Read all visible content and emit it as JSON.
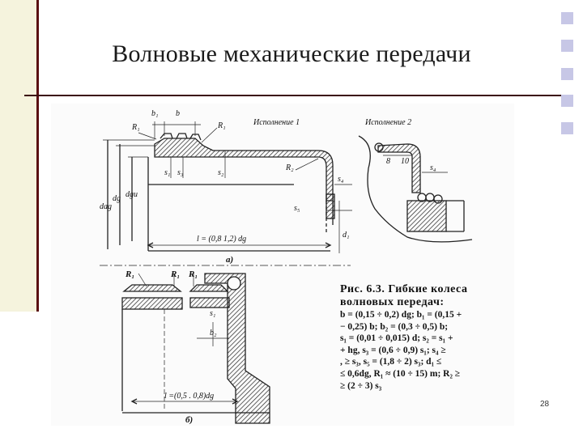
{
  "slide": {
    "title": "Волновые механические передачи",
    "number": "28"
  },
  "figure": {
    "labels": {
      "variant1": "Исполнение 1",
      "variant2": "Исполнение 2",
      "part_a": "а)",
      "part_b": "б)",
      "length_a": "l = (0,8  1,2) dg",
      "length_b": "l =(0,5 . 0,8)dg",
      "b1": "b₁",
      "b": "b",
      "R1": "R₁",
      "R2": "R₂",
      "s1": "s₁",
      "s2": "s₂",
      "s3": "s₃",
      "s4": "s₄",
      "s5": "s₅",
      "dag": "dag",
      "dg": "dg",
      "dgu": "dgu",
      "d1": "d₁",
      "dim8": "8",
      "dim10": "10",
      "b2": "b₂"
    },
    "caption": {
      "title_line1": "Рис. 6.3. Гибкие колеса",
      "title_line2": "волновых передач:",
      "lines": [
        "b = (0,15 ÷ 0,2) dg;  b₁ = (0,15 +",
        "− 0,25) b;      b₂ = (0,3 ÷ 0,5) b;",
        "s₁ = (0,01 ÷ 0,015) d;  s₂ = s₁ +",
        "+ hg,  s₃ = (0,6 ÷ 0,9) s₁;  s₄ ≥",
        ", ≥ s₃,  s₅ = (1,8 ÷ 2) s₃;  d₁ ≤",
        "≤ 0,6dg, R₁ ≈ (10 ÷ 15) m; R₂ ≥",
        "≥ (2 ÷ 3) s₃"
      ]
    }
  }
}
